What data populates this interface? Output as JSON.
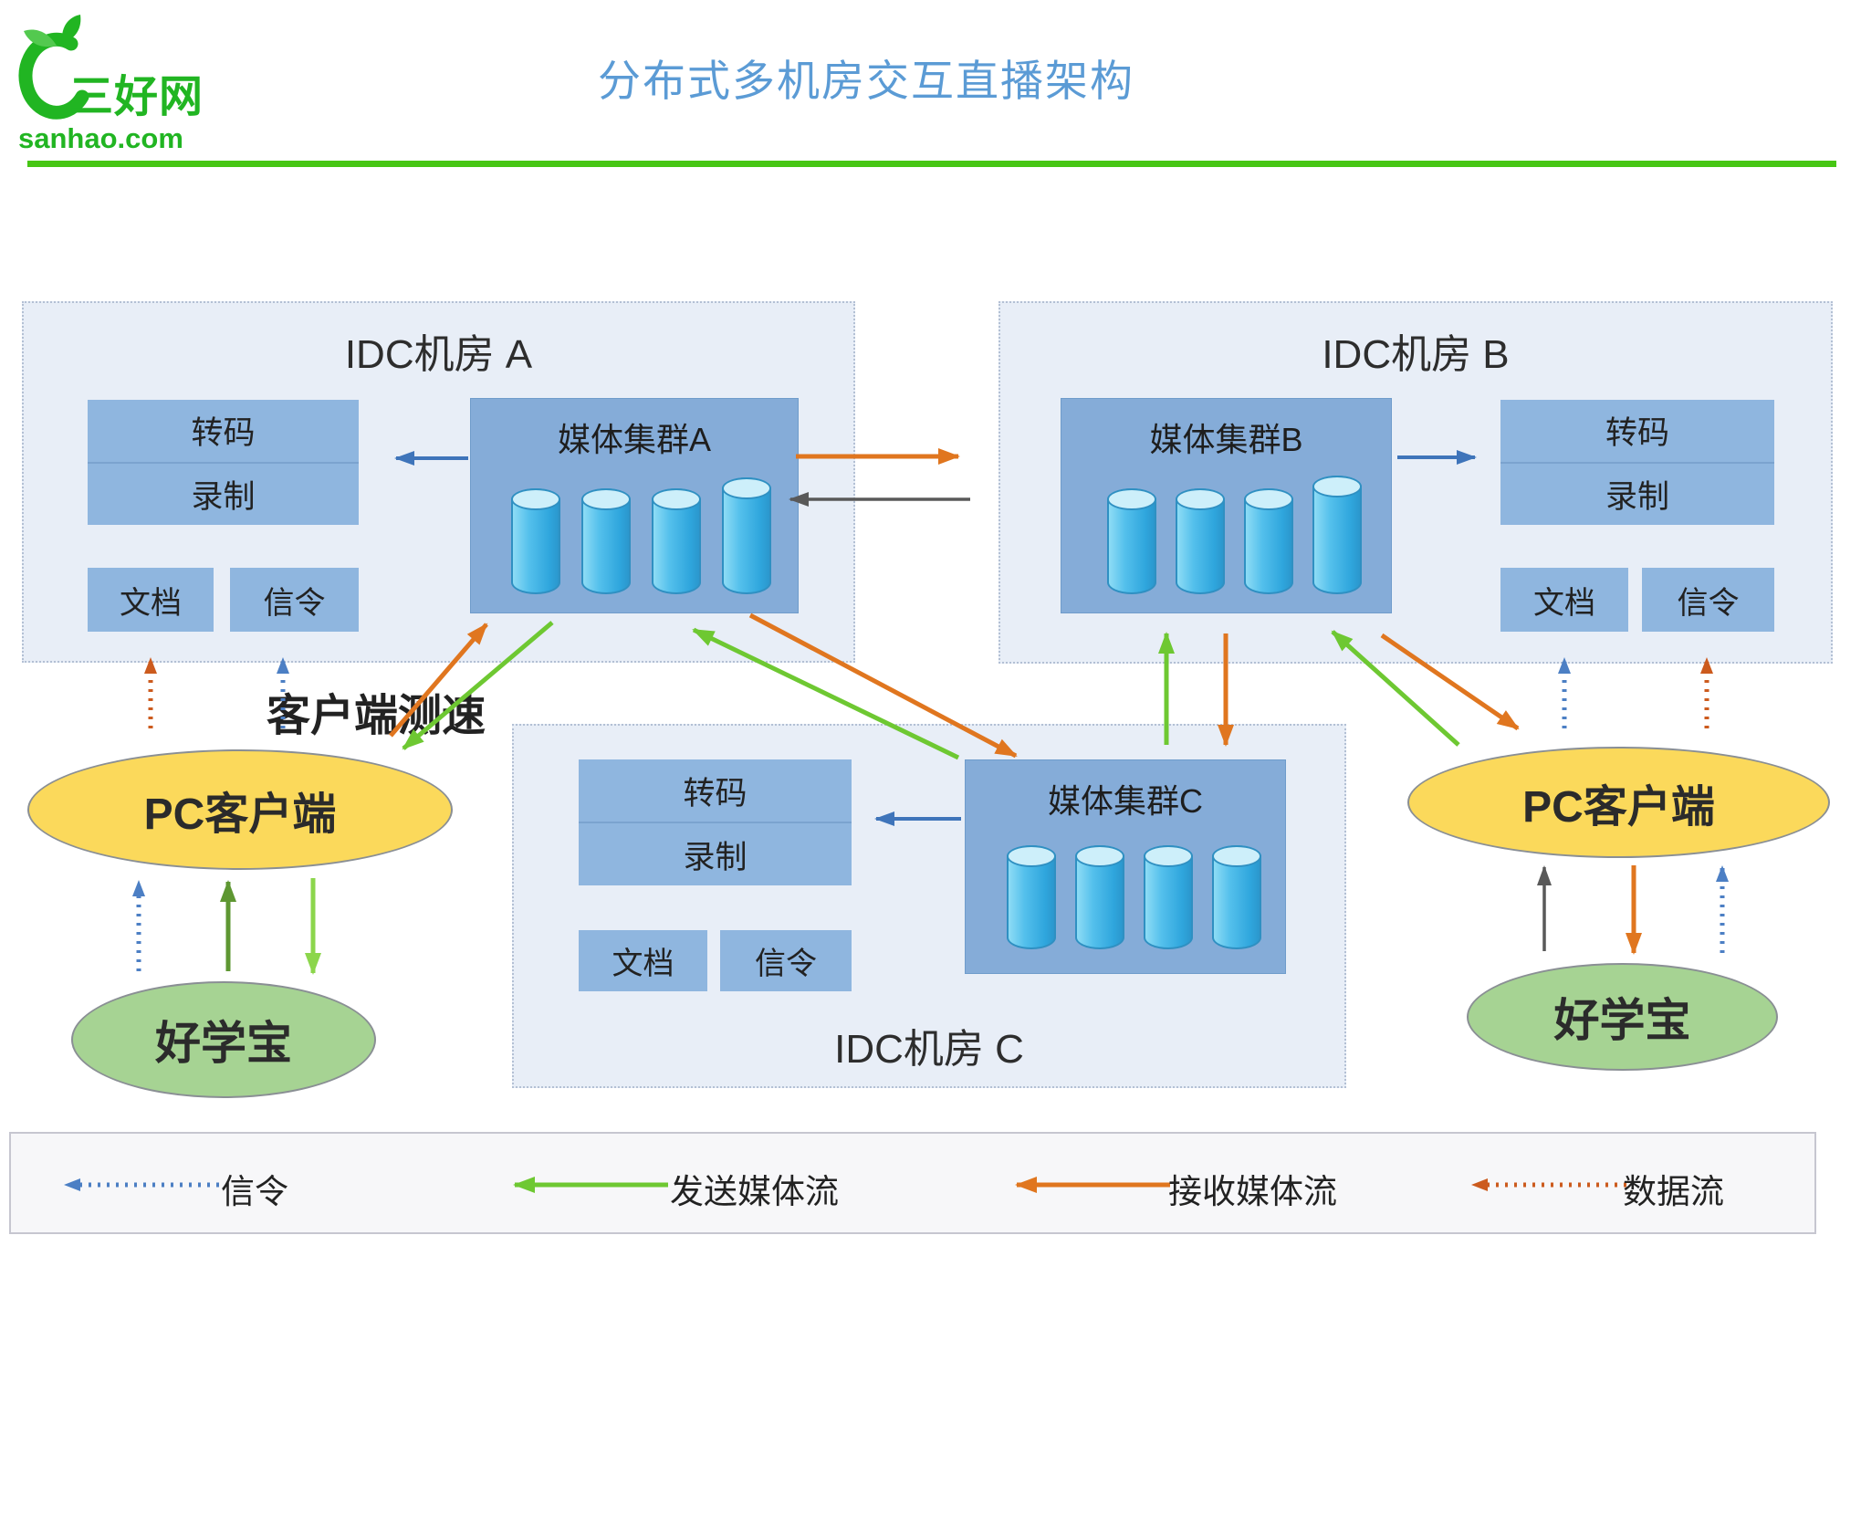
{
  "header": {
    "logo_name": "三好网",
    "logo_domain": "sanhao.com",
    "title": "分布式多机房交互直播架构"
  },
  "rooms": {
    "a": {
      "label": "IDC机房 A",
      "cluster": "媒体集群A",
      "transcode": "转码",
      "record": "录制",
      "doc": "文档",
      "signal": "信令"
    },
    "b": {
      "label": "IDC机房 B",
      "cluster": "媒体集群B",
      "transcode": "转码",
      "record": "录制",
      "doc": "文档",
      "signal": "信令"
    },
    "c": {
      "label": "IDC机房 C",
      "cluster": "媒体集群C",
      "transcode": "转码",
      "record": "录制",
      "doc": "文档",
      "signal": "信令"
    }
  },
  "clients": {
    "pc_left": "PC客户端",
    "pc_right": "PC客户端",
    "device_left": "好学宝",
    "device_right": "好学宝",
    "speed_test": "客户端测速"
  },
  "legend": {
    "signal": "信令",
    "send": "发送媒体流",
    "receive": "接收媒体流",
    "data": "数据流"
  },
  "colors": {
    "title_blue": "#5B9BD5",
    "brand_green": "#21B522",
    "divider_green": "#46C614",
    "signal_blue": "#4C7FC4",
    "send_green": "#6EC832",
    "receive_orange": "#E0761F",
    "data_red": "#CC5B1E",
    "panel_bg": "#E8EEF7",
    "box_blue": "#8FB6DF",
    "cluster_blue": "#85ACD8",
    "client_yellow": "#FBD95B",
    "device_green": "#A6D393"
  }
}
